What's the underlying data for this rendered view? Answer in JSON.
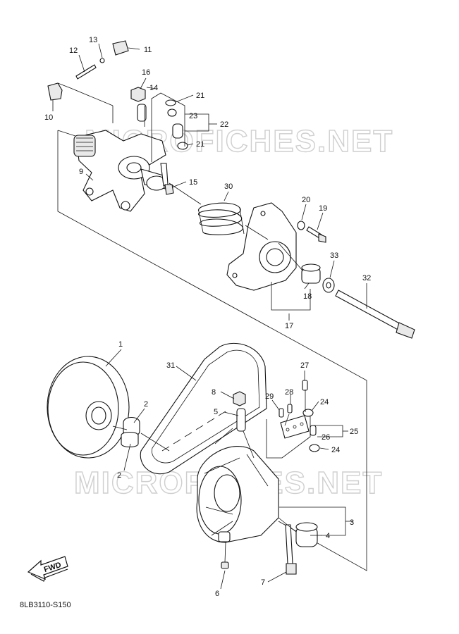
{
  "watermark": "MICROFICHES.NET",
  "diagram_code": "8LB3110-S150",
  "fwd_label": "FWD",
  "callouts": {
    "c1": "1",
    "c2a": "2",
    "c2b": "2",
    "c3": "3",
    "c4": "4",
    "c5": "5",
    "c6": "6",
    "c7": "7",
    "c8": "8",
    "c9": "9",
    "c10": "10",
    "c11": "11",
    "c12": "12",
    "c13": "13",
    "c14": "14",
    "c15": "15",
    "c16": "16",
    "c17": "17",
    "c18": "18",
    "c19": "19",
    "c20": "20",
    "c21a": "21",
    "c21b": "21",
    "c22": "22",
    "c23": "23",
    "c24a": "24",
    "c24b": "24",
    "c25": "25",
    "c26": "26",
    "c27": "27",
    "c28": "28",
    "c29": "29",
    "c30": "30",
    "c31": "31",
    "c32": "32",
    "c33": "33"
  }
}
